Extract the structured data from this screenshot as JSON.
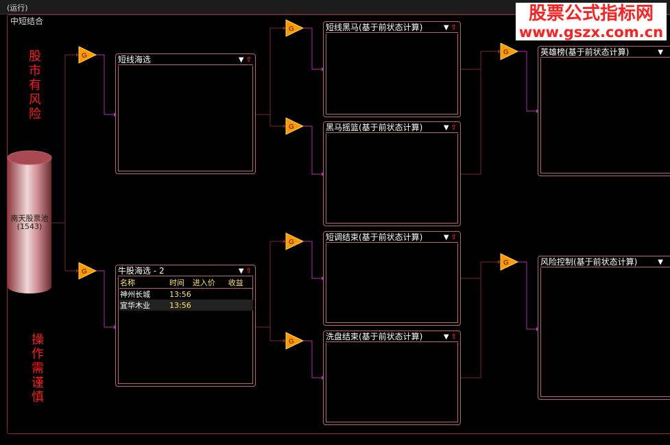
{
  "window": {
    "status": "(运行)",
    "frame_title": "中短结合"
  },
  "watermark": {
    "line1": "股票公式指标网",
    "line2": "www.gszx.com.cn"
  },
  "warnings": {
    "top": [
      "股",
      "市",
      "有",
      "风",
      "险"
    ],
    "bottom": [
      "操",
      "作",
      "需",
      "谨",
      "慎"
    ]
  },
  "pool": {
    "name": "南天股票池",
    "count": "(1543)"
  },
  "gate_label": "G",
  "panels": {
    "p1": {
      "title": "短线海选"
    },
    "p2": {
      "title": "牛股海选 - 2"
    },
    "p3": {
      "title": "短线黑马(基于前状态计算)"
    },
    "p4": {
      "title": "黑马摇篮(基于前状态计算)"
    },
    "p5": {
      "title": "短调结束(基于前状态计算)"
    },
    "p6": {
      "title": "洗盘结束(基于前状态计算)"
    },
    "p7": {
      "title": "英雄榜(基于前状态计算)"
    },
    "p8": {
      "title": "风险控制(基于前状态计算)"
    }
  },
  "result_table": {
    "headers": [
      "名称",
      "时间",
      "进入价",
      "收益"
    ],
    "rows": [
      {
        "name": "神州长城",
        "time": "13:56",
        "price": "",
        "gain": ""
      },
      {
        "name": "宜华木业",
        "time": "13:56",
        "price": "",
        "gain": ""
      }
    ]
  },
  "colors": {
    "wire_dark": "#7a2a30",
    "wire_light": "#b030b0",
    "gate_fill": "#ff9a00",
    "warn": "#ff1a1a"
  }
}
